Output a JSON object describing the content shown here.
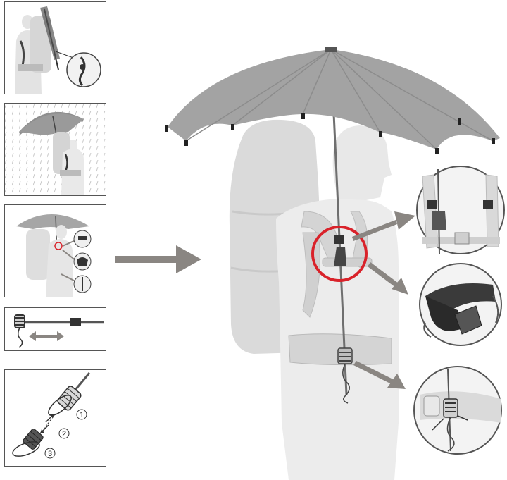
{
  "illustration": {
    "background": "#ffffff",
    "colors": {
      "person": "#e6e6e6",
      "backpack": "#d9d9d9",
      "canopy": "#a3a3a3",
      "shaft": "#6f6f6f",
      "arrow": "#8a8682",
      "highlight": "#d9222a",
      "frame": "#555555"
    }
  },
  "side_panels": [
    {
      "name": "panel-stowed-on-pack",
      "icon": "umbrella-on-backpack-icon"
    },
    {
      "name": "panel-hands-free-in-rain",
      "icon": "hiker-in-rain-icon"
    },
    {
      "name": "panel-attachment-points",
      "icon": "attachment-points-icon"
    },
    {
      "name": "panel-adjust-shaft-length",
      "icon": "shaft-adjust-icon"
    },
    {
      "name": "panel-handle-steps",
      "icon": "handle-twist-icon"
    }
  ],
  "handle_steps": {
    "step1": "1",
    "step2": "2",
    "step3": "3"
  },
  "detail_circles": [
    {
      "name": "detail-shoulder-strap-clip",
      "icon": "strap-clip-icon"
    },
    {
      "name": "detail-elastic-holder",
      "icon": "elastic-holder-icon"
    },
    {
      "name": "detail-hip-belt-lock",
      "icon": "hip-belt-lock-icon"
    }
  ]
}
